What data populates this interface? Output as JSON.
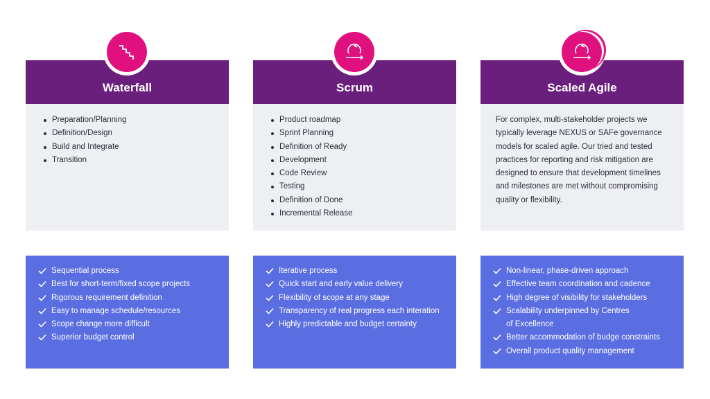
{
  "columns": [
    {
      "title": "Waterfall",
      "icon": "stairs-icon",
      "items": [
        "Preparation/Planning",
        "Definition/Design",
        "Build and Integrate",
        "Transition"
      ],
      "features": [
        "Sequential process",
        "Best for short-term/fixed scope projects",
        "Rigorous requirement definition",
        "Easy to manage schedule/resources",
        "Scope change more difficult",
        "Superior budget control"
      ]
    },
    {
      "title": "Scrum",
      "icon": "cycle-arrow-icon",
      "items": [
        "Product roadmap",
        "Sprint Planning",
        "Definition of Ready",
        "Development",
        "Code Review",
        "Testing",
        "Definition of Done",
        "Incremental Release"
      ],
      "features": [
        "Iterative process",
        "Quick start and early value delivery",
        "Flexibility of scope at any stage",
        "Transparency of real progress each interation",
        "Highly predictable and budget certainty"
      ]
    },
    {
      "title": "Scaled Agile",
      "icon": "stacked-cycle-icon",
      "description": "For complex, multi-stakeholder projects we typically leverage NEXUS or SAFe governance models for scaled agile. Our tried and tested practices for reporting and risk mitigation are designed to ensure that development timelines and milestones are met without compromising quality or flexibility.",
      "features": [
        "Non-linear, phase-driven approach",
        "Effective team coordination and cadence",
        "High degree of visibility for stakeholders",
        "Scalability underpinned by Centres",
        "of Excellence",
        "Better accommodation of budge constraints",
        "Overall product quality management"
      ]
    }
  ],
  "colors": {
    "header_purple": "#6b1f7c",
    "badge_pink": "#e0117f",
    "body_gray": "#eeeff3",
    "feature_blue": "#5b6ee1"
  }
}
